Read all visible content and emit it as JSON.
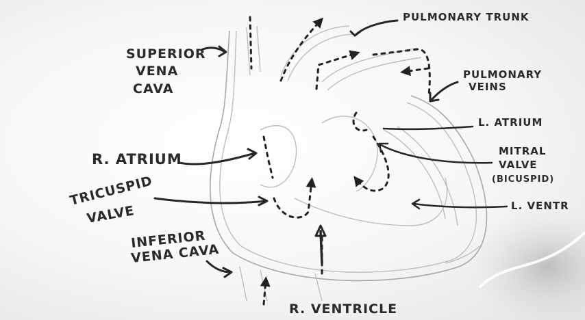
{
  "diagram": {
    "labels": {
      "pulmonary_trunk": "PULMONARY TRUNK",
      "superior_vena_cava": [
        "SUPERIOR",
        "VENA",
        "CAVA"
      ],
      "pulmonary_veins": [
        "PULMONARY",
        "VEINS"
      ],
      "l_atrium": "L. ATRIUM",
      "r_atrium": "R. ATRIUM",
      "mitral_valve": [
        "MITRAL",
        "VALVE",
        "(BICUSPID)"
      ],
      "tricuspid_valve": [
        "TRICUSPID",
        "VALVE"
      ],
      "l_ventricle": "L. VENTR",
      "inferior_vena_cava": [
        "INFERIOR",
        "VENA CAVA"
      ],
      "r_ventricle": "R. VENTRICLE"
    },
    "colors": {
      "ink": "#262626",
      "sketch": "#bdbdbd",
      "background": "#f6f6f6"
    }
  }
}
